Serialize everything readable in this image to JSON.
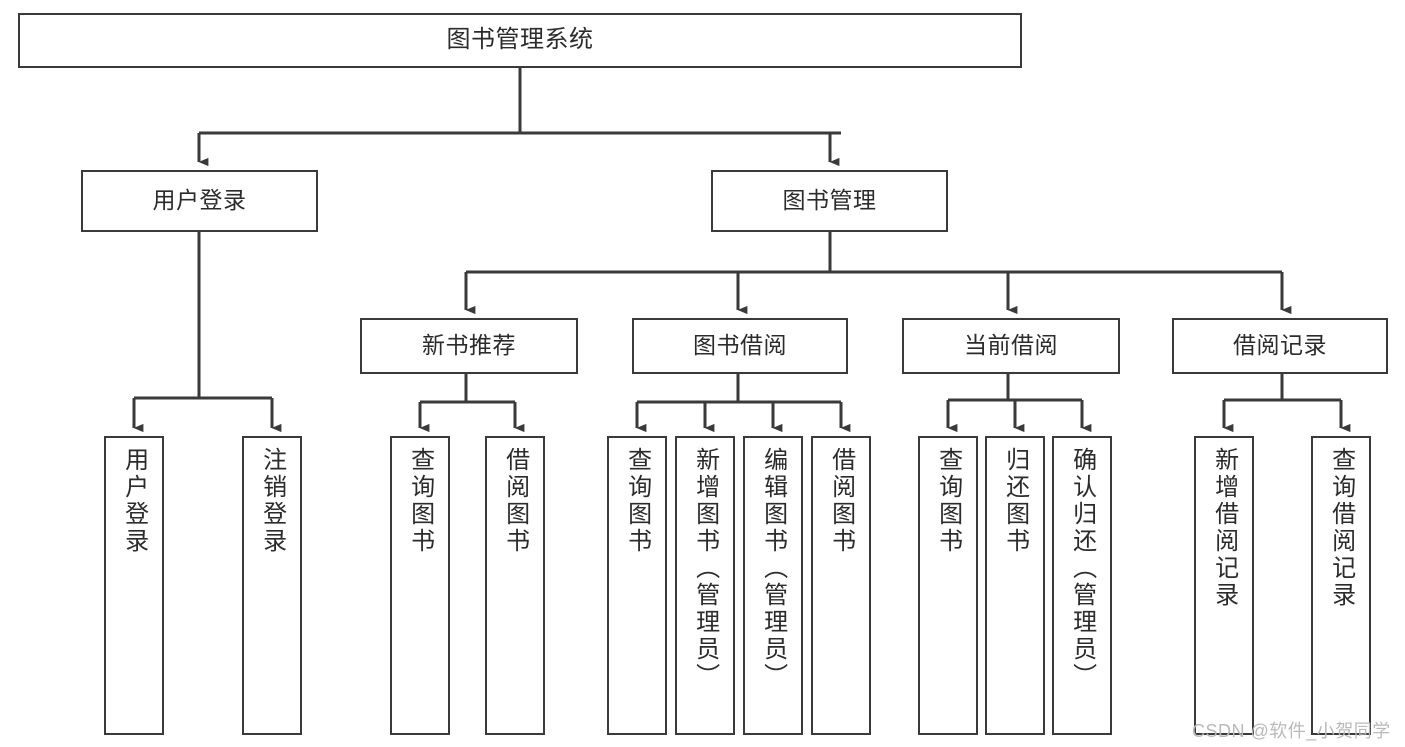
{
  "diagram": {
    "title": "图书管理系统",
    "watermark": "CSDN @软件_小贺同学",
    "colors": {
      "box_border": "#3a3a3a",
      "box_fill": "#ffffff",
      "edge": "#3a3a3a",
      "text": "#2b2b2b",
      "watermark": "#b9b9b9",
      "background": "#ffffff"
    },
    "root": {
      "label": "图书管理系统"
    },
    "level2": [
      {
        "label": "用户登录"
      },
      {
        "label": "图书管理"
      }
    ],
    "level3": [
      {
        "label": "新书推荐"
      },
      {
        "label": "图书借阅"
      },
      {
        "label": "当前借阅"
      },
      {
        "label": "借阅记录"
      }
    ],
    "leaves": {
      "user_login": [
        {
          "label": "用户登录"
        },
        {
          "label": "注销登录"
        }
      ],
      "new_book_recommend": [
        {
          "label": "查询图书"
        },
        {
          "label": "借阅图书"
        }
      ],
      "book_borrow": [
        {
          "label": "查询图书"
        },
        {
          "label": "新增图书（管理员）"
        },
        {
          "label": "编辑图书（管理员）"
        },
        {
          "label": "借阅图书"
        }
      ],
      "current_borrow": [
        {
          "label": "查询图书"
        },
        {
          "label": "归还图书"
        },
        {
          "label": "确认归还（管理员）"
        }
      ],
      "borrow_record": [
        {
          "label": "新增借阅记录"
        },
        {
          "label": "查询借阅记录"
        }
      ]
    }
  }
}
